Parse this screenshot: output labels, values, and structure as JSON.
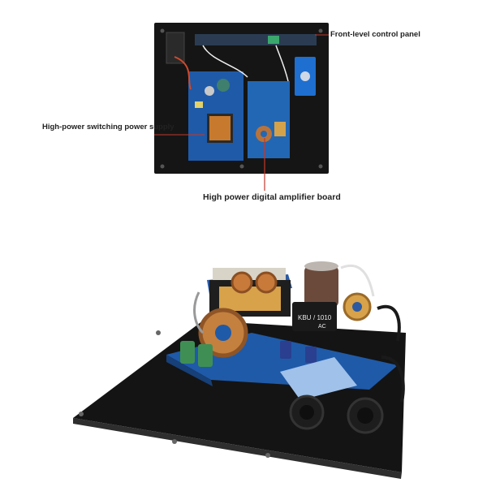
{
  "labels": {
    "front_panel": "Front-level control panel",
    "power_supply": "High-power switching power supply",
    "amplifier_board": "High power digital amplifier board"
  },
  "component_text": {
    "rectifier_line1": "KBU",
    "rectifier_line2": "/ 1010",
    "rectifier_line3": "AC"
  },
  "colors": {
    "plate": "#161616",
    "pcb_blue": "#1f5aa8",
    "copper": "#b8733a",
    "callout_line": "#c0392b"
  }
}
